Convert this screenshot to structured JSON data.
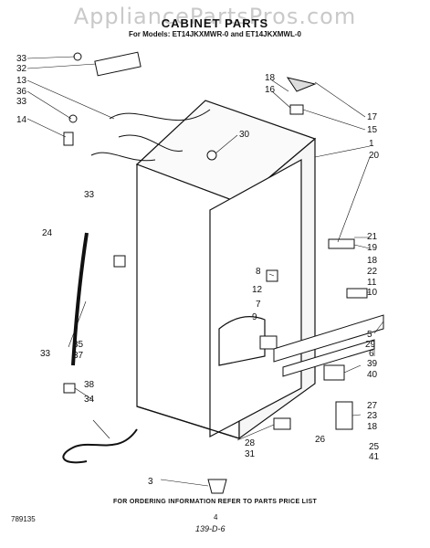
{
  "watermark": "AppliancePartsPros.com",
  "title": "CABINET PARTS",
  "subtitle": "For Models: ET14JKXMWR-0 and ET14JKXMWL-0",
  "footnote": "FOR ORDERING INFORMATION REFER TO PARTS PRICE LIST",
  "code_left": "789135",
  "page_number": "4",
  "doc_code": "139-D-6",
  "callouts": [
    "33",
    "32",
    "13",
    "36",
    "33",
    "14",
    "18",
    "16",
    "30",
    "17",
    "15",
    "1",
    "20",
    "33",
    "24",
    "21",
    "19",
    "18",
    "22",
    "11",
    "10",
    "8",
    "12",
    "7",
    "9",
    "35",
    "37",
    "5",
    "29",
    "6",
    "39",
    "40",
    "33",
    "38",
    "34",
    "27",
    "23",
    "18",
    "26",
    "28",
    "31",
    "25",
    "41",
    "3"
  ]
}
